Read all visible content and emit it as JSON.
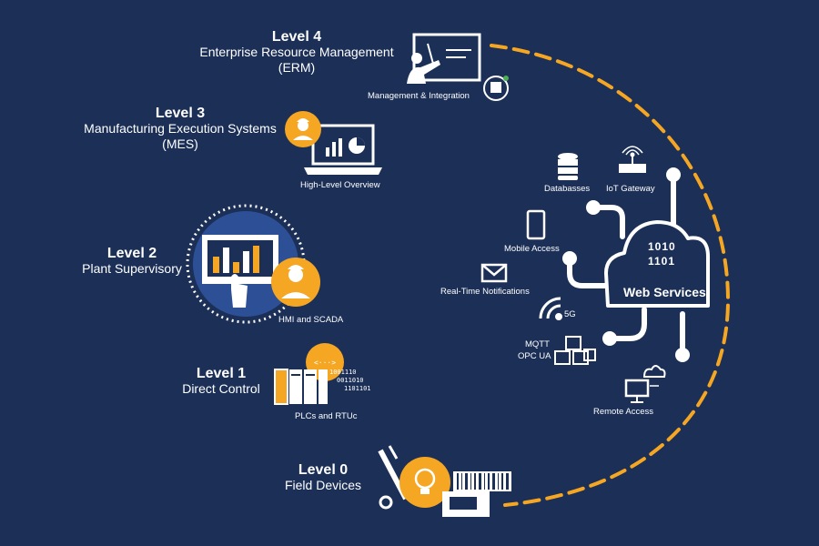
{
  "levels": [
    {
      "title": "Level 4",
      "subtitle": "Enterprise Resource Management",
      "subtitle2": "(ERM)",
      "caption": "Management & Integration"
    },
    {
      "title": "Level 3",
      "subtitle": "Manufacturing Execution Systems",
      "subtitle2": "(MES)",
      "caption": "High-Level Overview"
    },
    {
      "title": "Level 2",
      "subtitle": "Plant Supervisory",
      "caption": "HMI and SCADA"
    },
    {
      "title": "Level 1",
      "subtitle": "Direct Control",
      "caption": "PLCs and RTUc"
    },
    {
      "title": "Level 0",
      "subtitle": "Field Devices"
    }
  ],
  "web": {
    "label": "Web Services",
    "binary_top": "1010",
    "binary_bottom": "1101",
    "nodes": {
      "databases": "Databasses",
      "iot_gateway": "IoT Gateway",
      "mobile": "Mobile Access",
      "notifications": "Real-Time Notifications",
      "fiveg": "5G",
      "mqtt": "MQTT",
      "opcua": "OPC UA",
      "remote": "Remote Access"
    }
  },
  "plc_code": [
    "1001110",
    "0011010",
    "1101101"
  ],
  "colors": {
    "background": "#1b2f57",
    "accent": "#f5a623",
    "white": "#ffffff"
  }
}
